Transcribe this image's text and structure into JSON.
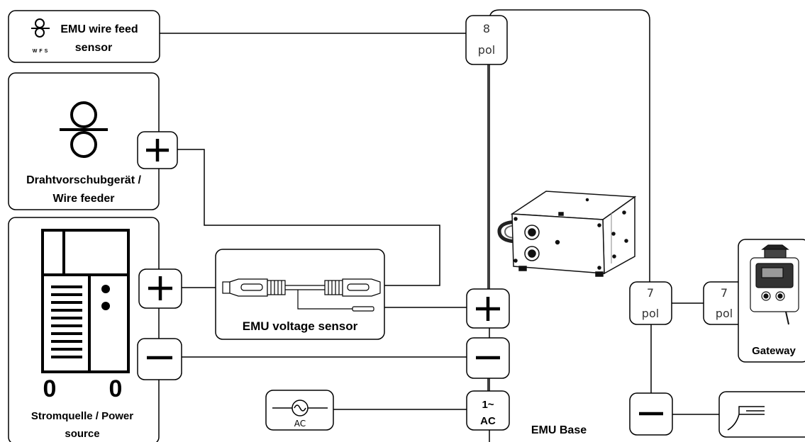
{
  "wfs_sensor": {
    "line1": "EMU wire feed",
    "line2": "sensor",
    "icon_label": "WFS"
  },
  "wire_feeder": {
    "line1": "Drahtvorschubgerät /",
    "line2": "Wire feeder"
  },
  "power_source": {
    "line1": "Stromquelle /  Power",
    "line2": "source",
    "foot_left": "0",
    "foot_right": "0"
  },
  "voltage_sensor": {
    "label": "EMU voltage sensor"
  },
  "ac_supply": {
    "label": "AC"
  },
  "emu_base": {
    "label": "EMU Base"
  },
  "gateway": {
    "label": "Gateway"
  },
  "connectors": {
    "pol8_top": "8",
    "pol8_bottom": "pol",
    "pol7a_top": "7",
    "pol7a_bottom": "pol",
    "pol7b_top": "7",
    "pol7b_bottom": "pol",
    "ac1_top": "1~",
    "ac1_bottom": "AC"
  },
  "colors": {
    "line": "#000000",
    "background": "#ffffff",
    "device_body": "#ffffff",
    "device_dark": "#1a1a1a"
  }
}
